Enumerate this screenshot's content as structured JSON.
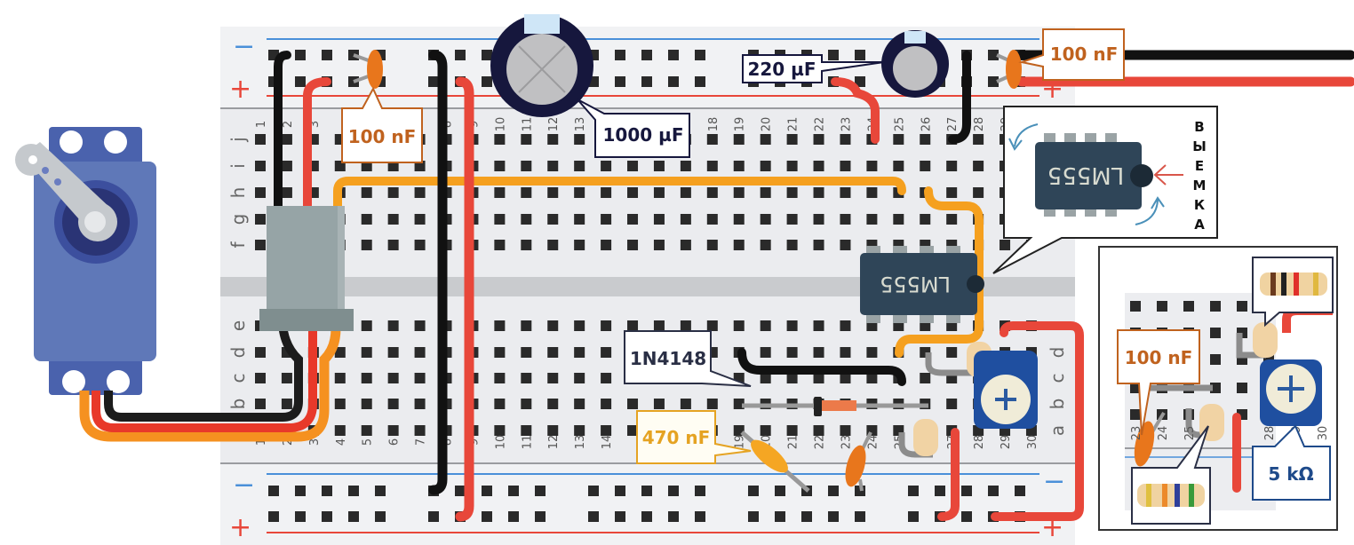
{
  "breadboard": {
    "row_letters_top": [
      "j",
      "i",
      "h",
      "g",
      "f"
    ],
    "row_letters_bottom": [
      "e",
      "d",
      "c",
      "b",
      "a"
    ],
    "columns": [
      "1",
      "2",
      "3",
      "4",
      "5",
      "6",
      "7",
      "8",
      "9",
      "10",
      "11",
      "12",
      "13",
      "14",
      "15",
      "16",
      "17",
      "18",
      "19",
      "20",
      "21",
      "22",
      "23",
      "24",
      "25",
      "26",
      "27",
      "28",
      "29",
      "30"
    ],
    "rail_minus": "−",
    "rail_plus": "+"
  },
  "labels": {
    "cap_100nf_left": "100 nF",
    "cap_1000uf": "1000 µF",
    "cap_220uf": "220 µF",
    "cap_100nf_right": "100 nF",
    "diode": "1N4148",
    "cap_470nf": "470 nF",
    "chip": "LM555"
  },
  "notch_callout": {
    "chip": "LM555",
    "letters": [
      "В",
      "Ы",
      "Е",
      "М",
      "К",
      "А"
    ]
  },
  "inset": {
    "cap_label": "100 nF",
    "pot_label": "5 kΩ",
    "columns": [
      "23",
      "24",
      "25",
      "28",
      "29",
      "30"
    ]
  },
  "colors": {
    "wire_red": "#e8473a",
    "wire_black": "#111111",
    "wire_orange": "#f5a01f",
    "servo_blue": "#5f78b8",
    "chip": "#2f4558",
    "label_orange": "#c0621e",
    "label_yellow": "#e5a322",
    "label_blue": "#1e4a8a",
    "rail_blue": "#4a90d9",
    "rail_red": "#e8473a"
  }
}
